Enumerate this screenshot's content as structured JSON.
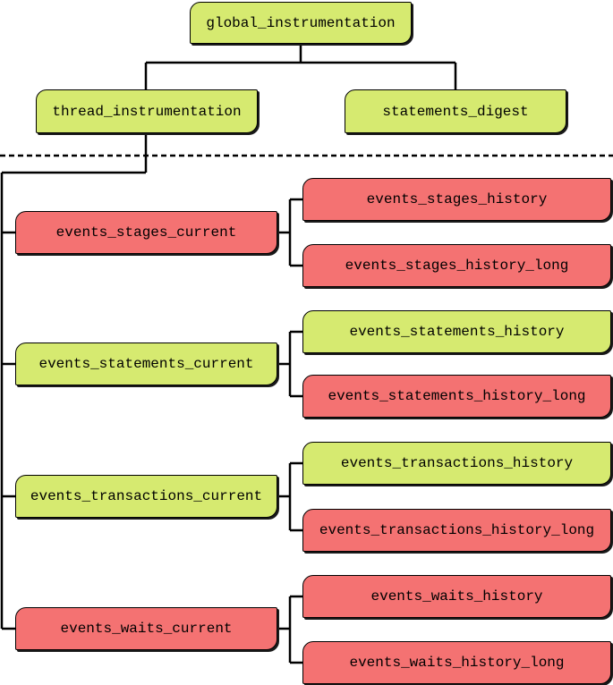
{
  "colors": {
    "enabled": "#d6ea70",
    "disabled": "#f47272",
    "line": "#000000"
  },
  "nodes": {
    "global_instrumentation": {
      "label": "global_instrumentation",
      "color": "green"
    },
    "thread_instrumentation": {
      "label": "thread_instrumentation",
      "color": "green"
    },
    "statements_digest": {
      "label": "statements_digest",
      "color": "green"
    },
    "events_stages_current": {
      "label": "events_stages_current",
      "color": "red"
    },
    "events_stages_history": {
      "label": "events_stages_history",
      "color": "red"
    },
    "events_stages_history_long": {
      "label": "events_stages_history_long",
      "color": "red"
    },
    "events_statements_current": {
      "label": "events_statements_current",
      "color": "green"
    },
    "events_statements_history": {
      "label": "events_statements_history",
      "color": "green"
    },
    "events_statements_history_long": {
      "label": "events_statements_history_long",
      "color": "red"
    },
    "events_transactions_current": {
      "label": "events_transactions_current",
      "color": "green"
    },
    "events_transactions_history": {
      "label": "events_transactions_history",
      "color": "green"
    },
    "events_transactions_history_long": {
      "label": "events_transactions_history_long",
      "color": "red"
    },
    "events_waits_current": {
      "label": "events_waits_current",
      "color": "red"
    },
    "events_waits_history": {
      "label": "events_waits_history",
      "color": "red"
    },
    "events_waits_history_long": {
      "label": "events_waits_history_long",
      "color": "red"
    }
  }
}
